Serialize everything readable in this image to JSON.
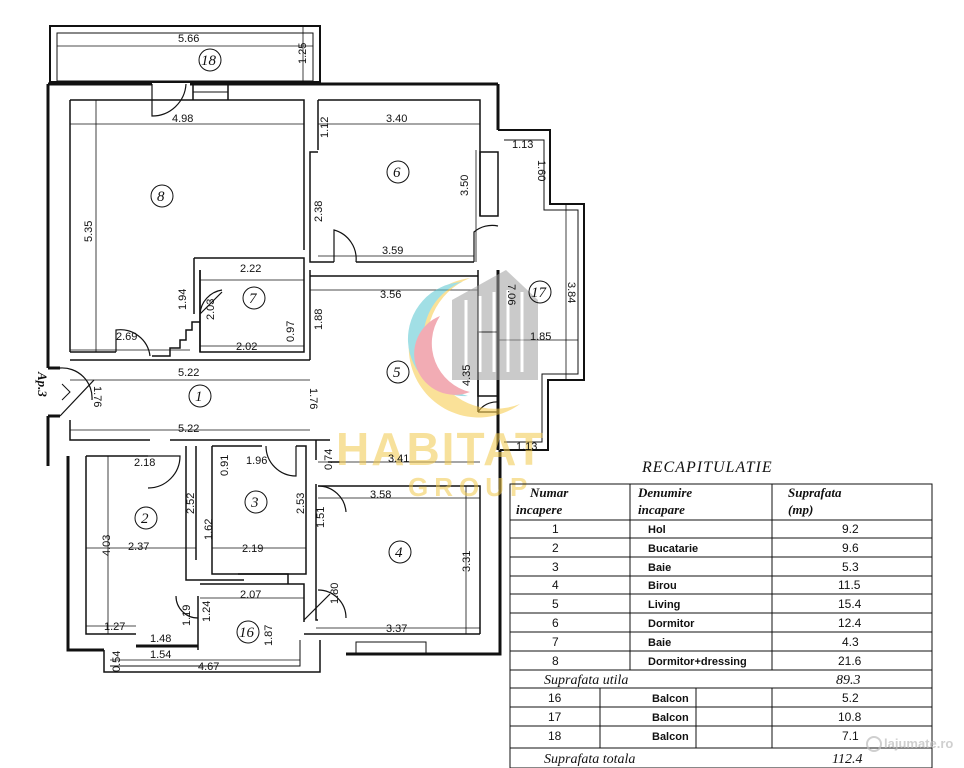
{
  "dimensions": {
    "d_566": "5.66",
    "d_125": "1.25",
    "d_498": "4.98",
    "d_112": "1.12",
    "d_340": "3.40",
    "d_113a": "1.13",
    "d_160": "1.60",
    "d_350": "3.50",
    "d_238": "2.38",
    "d_359": "3.59",
    "d_535": "5.35",
    "d_222": "2.22",
    "d_194": "1.94",
    "d_203": "2.03",
    "d_097": "0.97",
    "d_202": "2.02",
    "d_269": "2.69",
    "d_356": "3.56",
    "d_188": "1.88",
    "d_706": "7.06",
    "d_384": "3.84",
    "d_185": "1.85",
    "d_435": "4.35",
    "d_522a": "5.22",
    "d_176a": "1.76",
    "d_176b": "1.76",
    "d_522b": "5.22",
    "d_113b": "1.13",
    "d_218": "2.18",
    "d_091": "0.91",
    "d_196": "1.96",
    "d_074": "0.74",
    "d_341": "3.41",
    "d_252": "2.52",
    "d_253": "2.53",
    "d_358": "3.58",
    "d_403": "4.03",
    "d_237": "2.37",
    "d_162": "1.62",
    "d_219": "2.19",
    "d_151": "1.51",
    "d_331": "3.31",
    "d_207": "2.07",
    "d_180": "1.80",
    "d_119": "1.19",
    "d_124": "1.24",
    "d_127": "1.27",
    "d_148": "1.48",
    "d_187": "1.87",
    "d_337": "3.37",
    "d_054": "0.54",
    "d_154": "1.54",
    "d_467": "4.67"
  },
  "rooms": {
    "r1": "1",
    "r2": "2",
    "r3": "3",
    "r4": "4",
    "r5": "5",
    "r6": "6",
    "r7": "7",
    "r8": "8",
    "r16": "16",
    "r17": "17",
    "r18": "18"
  },
  "apartment_label": "Ap.3",
  "watermark": {
    "line1": "HABITAT",
    "line2": "GROUP",
    "color_yellow": "#f2c94c",
    "color_gray": "#9a9a9a"
  },
  "recap": {
    "title": "RECAPITULATIE",
    "headers": {
      "col1a": "Numar",
      "col1b": "incapere",
      "col2a": "Denumire",
      "col2b": "incapare",
      "col3a": "Suprafata",
      "col3b": "(mp)"
    },
    "rows": [
      {
        "num": "1",
        "name": "Hol",
        "area": "9.2"
      },
      {
        "num": "2",
        "name": "Bucatarie",
        "area": "9.6"
      },
      {
        "num": "3",
        "name": "Baie",
        "area": "5.3"
      },
      {
        "num": "4",
        "name": "Birou",
        "area": "11.5"
      },
      {
        "num": "5",
        "name": "Living",
        "area": "15.4"
      },
      {
        "num": "6",
        "name": "Dormitor",
        "area": "12.4"
      },
      {
        "num": "7",
        "name": "Baie",
        "area": "4.3"
      },
      {
        "num": "8",
        "name": "Dormitor+dressing",
        "area": "21.6"
      }
    ],
    "subtotal": {
      "label": "Suprafata utila",
      "value": "89.3"
    },
    "balcony_rows": [
      {
        "num": "16",
        "name": "Balcon",
        "area": "5.2"
      },
      {
        "num": "17",
        "name": "Balcon",
        "area": "10.8"
      },
      {
        "num": "18",
        "name": "Balcon",
        "area": "7.1"
      }
    ],
    "total": {
      "label": "Suprafata totala",
      "value": "112.4"
    }
  },
  "source_logo": "lajumate.ro"
}
